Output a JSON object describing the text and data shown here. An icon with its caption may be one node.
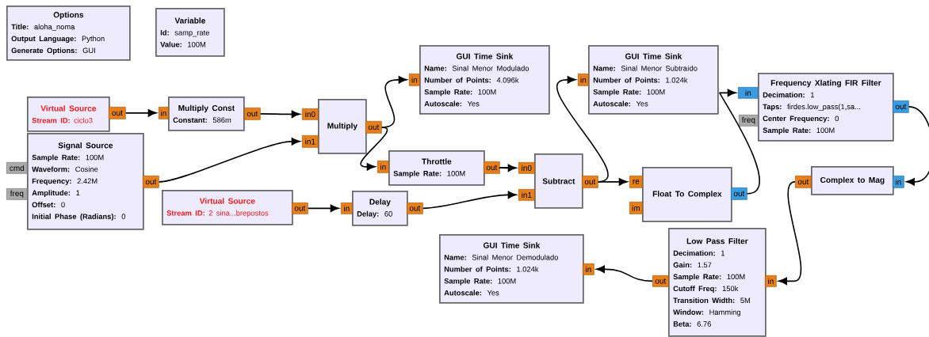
{
  "diagram": {
    "nodes": [
      {
        "text": [
          "Options",
          "**Title:** aloha_noma",
          "**Output Language:** Python",
          "**Generate Options:** GUI"
        ]
      },
      {
        "text": [
          "Variable",
          "**Id:** samp_rate",
          "**Value:** 100M"
        ]
      },
      {
        "text": [
          "Virtual Source",
          "**Stream ID:** ciclo3"
        ]
      },
      {
        "text": [
          "Multiply Const",
          "**Constant:** 586m"
        ]
      },
      {
        "text": [
          "Signal Source",
          "**Sample Rate:** 100M",
          "**Waveform:** Cosine",
          "**Frequency:** 2.42M",
          "**Amplitude:** 1",
          "**Offset:** 0",
          "**Initial Phase (Radians):** 0"
        ]
      },
      {
        "text": [
          "Multiply"
        ]
      },
      {
        "text": [
          "GUI Time Sink",
          "**Name:** Sinal Menor Modulado",
          "**Number of Points:** 4.096k",
          "**Sample Rate:** 100M",
          "**Autoscale:** Yes"
        ]
      },
      {
        "text": [
          "Throttle",
          "**Sample Rate:** 100M"
        ]
      },
      {
        "text": [
          "Virtual Source",
          "**Stream ID:** 2 sina...brepostos"
        ]
      },
      {
        "text": [
          "Delay",
          "**Delay:** 60"
        ]
      },
      {
        "text": [
          "Subtract"
        ]
      },
      {
        "text": [
          "GUI Time Sink",
          "**Name:** Sinal Menor Subtraído",
          "**Number of Points:** 1.024k",
          "**Sample Rate:** 100M",
          "**Autoscale:** Yes"
        ]
      },
      {
        "text": [
          "Float To Complex"
        ]
      },
      {
        "text": [
          "Frequency Xlating FIR Filter",
          "**Decimation:** 1",
          "**Taps:** firdes.low_pass(1,sa...",
          "**Center Frequency:** 0",
          "**Sample Rate:** 100M"
        ]
      },
      {
        "text": [
          "Complex to Mag"
        ]
      },
      {
        "text": [
          "Low Pass Filter",
          "**Decimation:** 1",
          "**Gain:** 1.57",
          "**Sample Rate:** 100M",
          "**Cutoff Freq:** 150k",
          "**Transition Width:** 5M",
          "**Window:** Hamming",
          "**Beta:** 6.76"
        ]
      },
      {
        "text": [
          "GUI Time Sink",
          "**Name:** Sinal Menor Demodulado",
          "**Number of Points:** 1.024k",
          "**Sample Rate:** 100M",
          "**Autoscale:** Yes"
        ]
      },
      {
        "text": [
          "out"
        ]
      },
      {
        "text": [
          "in"
        ]
      },
      {
        "text": [
          "out"
        ]
      },
      {
        "text": [
          "in0"
        ]
      },
      {
        "text": [
          "in1"
        ]
      },
      {
        "text": [
          "out"
        ]
      },
      {
        "text": [
          "in"
        ]
      },
      {
        "text": [
          "cmd"
        ]
      },
      {
        "text": [
          "freq"
        ]
      },
      {
        "text": [
          "out"
        ]
      },
      {
        "text": [
          "in"
        ]
      },
      {
        "text": [
          "out"
        ]
      },
      {
        "text": [
          "in0"
        ]
      },
      {
        "text": [
          "in1"
        ]
      },
      {
        "text": [
          "out"
        ]
      },
      {
        "text": [
          "out"
        ]
      },
      {
        "text": [
          "in"
        ]
      },
      {
        "text": [
          "out"
        ]
      },
      {
        "text": [
          "in"
        ]
      },
      {
        "text": [
          "re"
        ]
      },
      {
        "text": [
          "im"
        ]
      },
      {
        "text": [
          "out"
        ]
      },
      {
        "text": [
          "in"
        ]
      },
      {
        "text": [
          "freq"
        ]
      },
      {
        "text": [
          "out"
        ]
      },
      {
        "text": [
          "out"
        ]
      },
      {
        "text": [
          "in"
        ]
      },
      {
        "text": [
          "out"
        ]
      },
      {
        "text": [
          "in"
        ]
      },
      {
        "text": [
          "in"
        ]
      }
    ],
    "edges": [
      {
        "from": 17,
        "to": 18,
        "arrow": "to"
      },
      {
        "from": 19,
        "to": 20,
        "arrow": "to"
      },
      {
        "from": 26,
        "to": 21,
        "arrow": "to"
      },
      {
        "from": 22,
        "to": 23,
        "arrow": "to"
      },
      {
        "from": 22,
        "to": 27,
        "arrow": "to"
      },
      {
        "from": 32,
        "to": 33,
        "arrow": "to"
      },
      {
        "from": 28,
        "to": 29,
        "arrow": "to"
      },
      {
        "from": 34,
        "to": 30,
        "arrow": "to"
      },
      {
        "from": 31,
        "to": 35,
        "arrow": "to"
      },
      {
        "from": 31,
        "to": 36,
        "arrow": "to"
      },
      {
        "from": 38,
        "to": 39,
        "arrow": "to"
      },
      {
        "from": 41,
        "to": 43,
        "arrow": "to"
      },
      {
        "from": 42,
        "to": 45,
        "arrow": "to"
      },
      {
        "from": 44,
        "to": 46,
        "arrow": "to"
      }
    ]
  }
}
